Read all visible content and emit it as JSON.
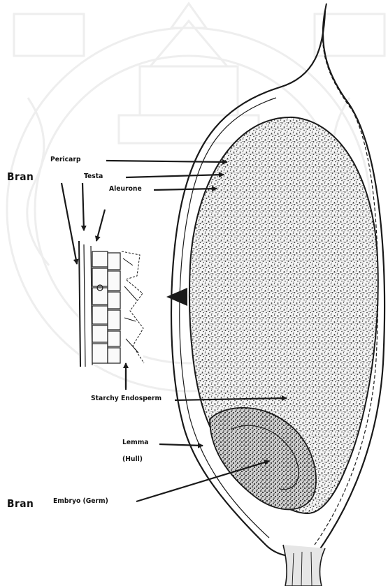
{
  "labels": {
    "bran_top": "Bran",
    "pericarp": "Pericarp",
    "testa": "Testa",
    "aleurone": "Aleurone",
    "starchy_endosperm": "Starchy Endosperm",
    "lemma": "Lemma",
    "hull": "(Hull)",
    "bran_bottom": "Bran",
    "embryo": "Embryo (Germ)"
  },
  "colors": {
    "ink": "#1a1a1a",
    "paper": "#ffffff",
    "watermark": "#d8d8d8"
  }
}
